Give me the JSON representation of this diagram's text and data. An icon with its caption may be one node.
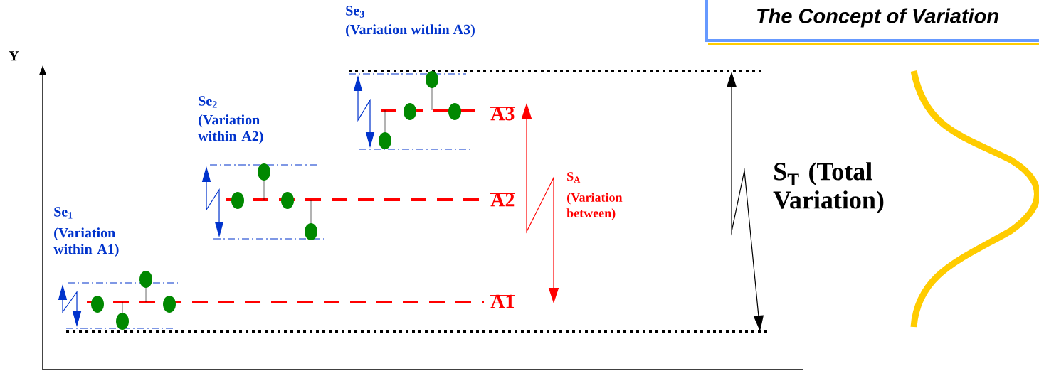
{
  "diagram": {
    "title": "The Concept of Variation",
    "labels": [
      "Se$_{3}$",
      "(Variation within A3)",
      "Y",
      "Se$_{2}$",
      "(Variation within A2)",
      "A3",
      "A2",
      "S$_{A}$",
      "(Variation between)",
      "S$_{T}$ (Total Variation)",
      "Se$_{1}$",
      "(Variation within A1)",
      "A1"
    ]
  }
}
